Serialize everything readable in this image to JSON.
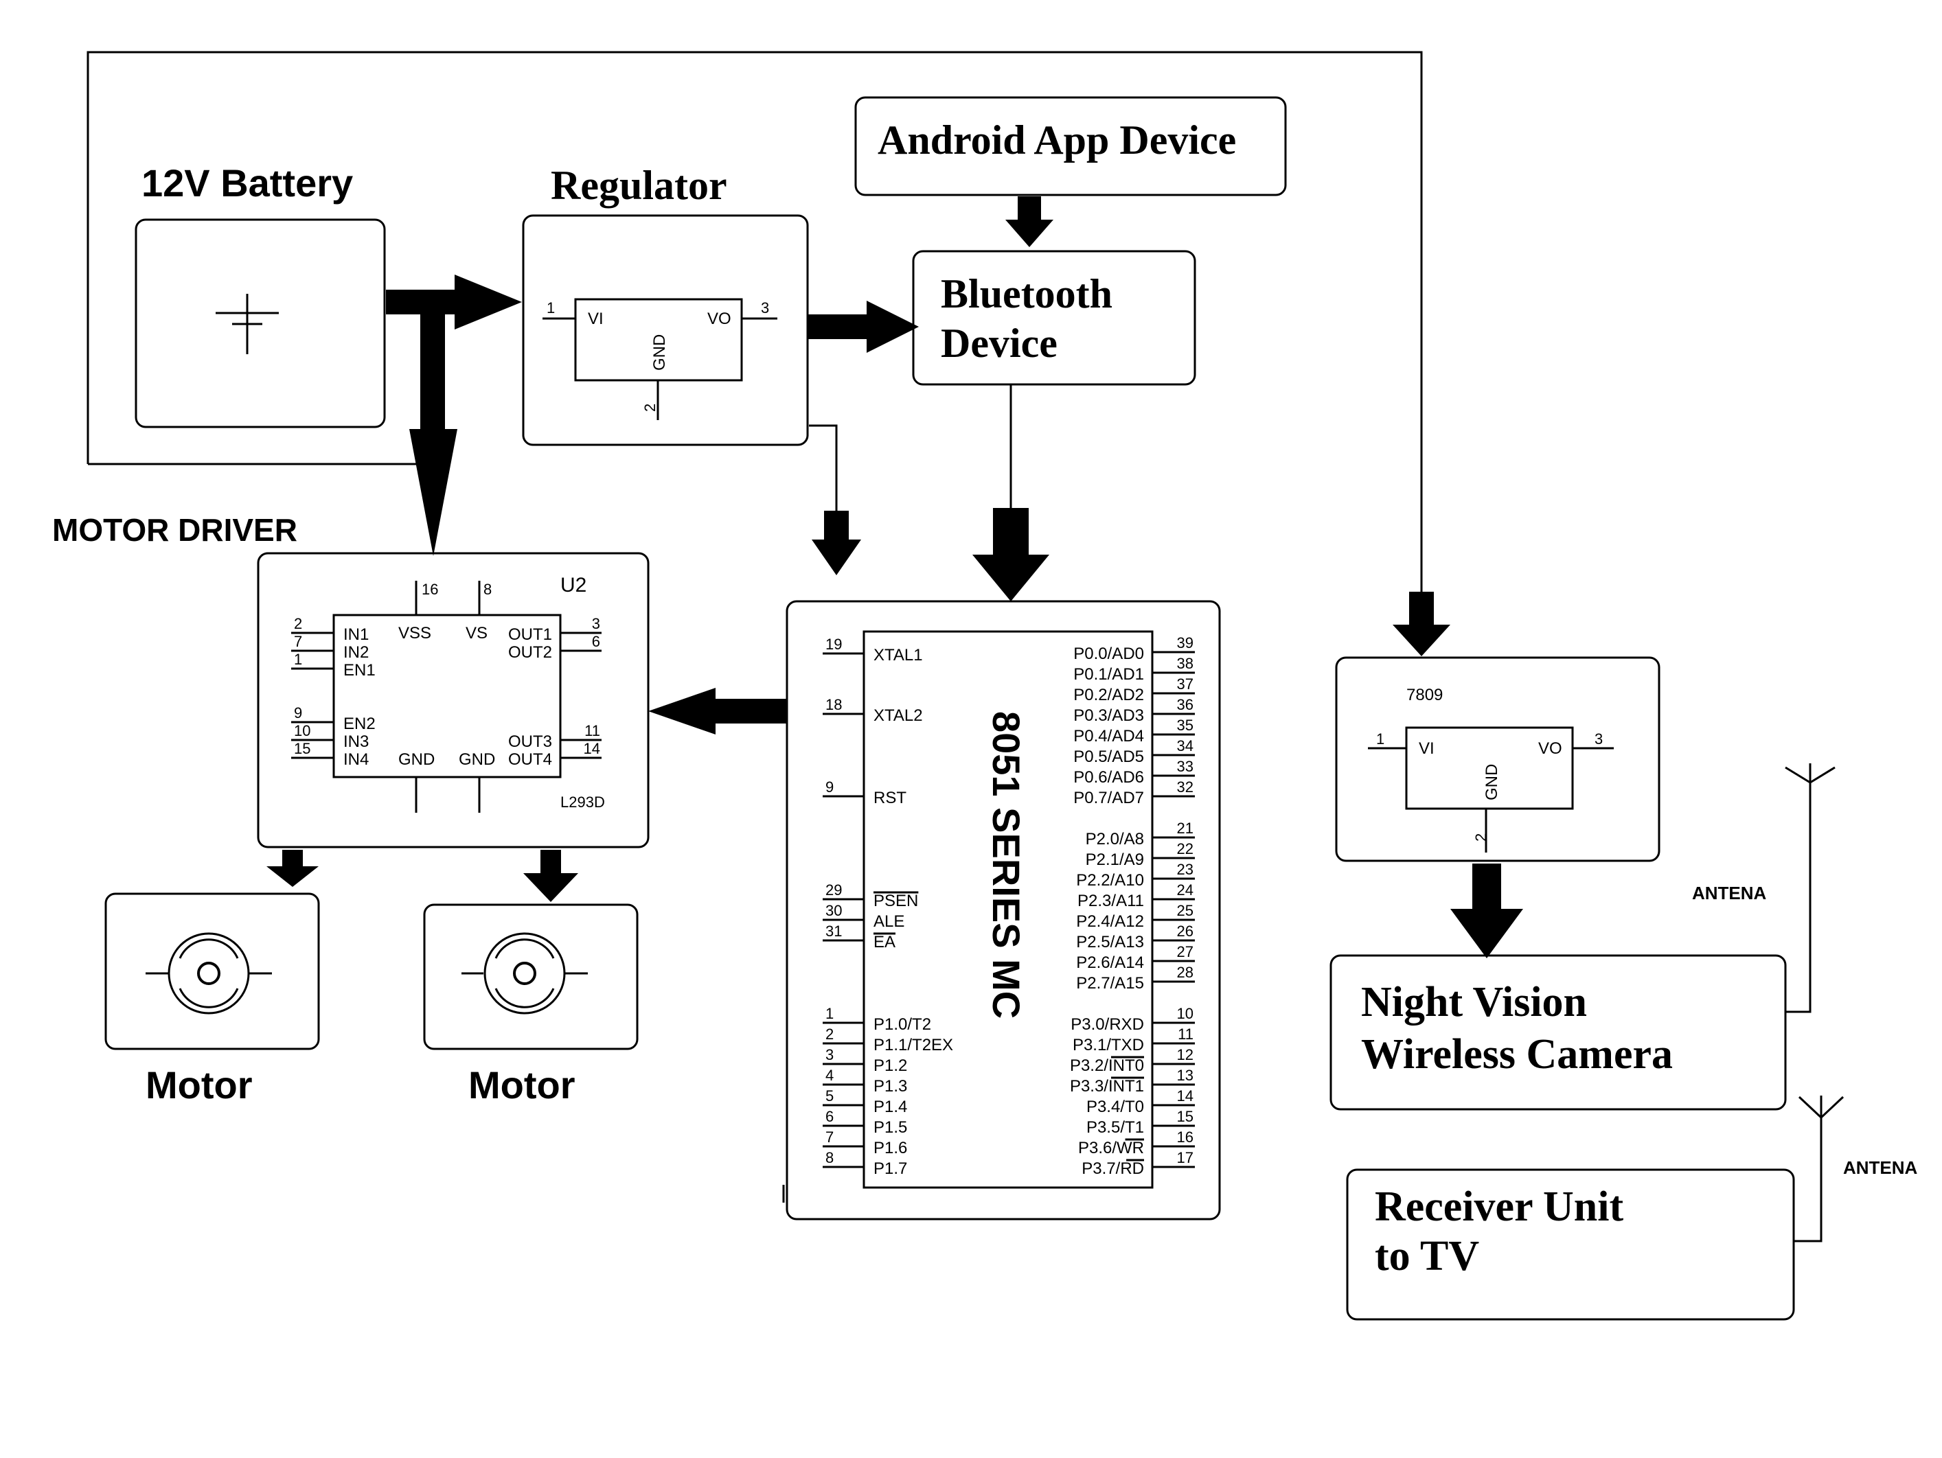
{
  "labels": {
    "battery": "12V Battery",
    "regulator": "Regulator",
    "android": "Android App Device",
    "bluetooth_line1": "Bluetooth",
    "bluetooth_line2": "Device",
    "motor_driver": "MOTOR DRIVER",
    "motor_left": "Motor",
    "motor_right": "Motor",
    "mcu_title": "8051 SERIES MC",
    "camera_line1": "Night Vision",
    "camera_line2": "Wireless Camera",
    "receiver_line1": "Receiver Unit",
    "receiver_line2": "to TV",
    "antenna_1": "ANTENA",
    "antenna_2": "ANTENA"
  },
  "regulator_chip": {
    "vi": "VI",
    "vo": "VO",
    "gnd": "GND",
    "pin_in": "1",
    "pin_out": "3",
    "pin_gnd": "2"
  },
  "regulator2_chip": {
    "name": "7809",
    "vi": "VI",
    "vo": "VO",
    "gnd": "GND",
    "pin_in": "1",
    "pin_out": "3",
    "pin_gnd": "2"
  },
  "driver_chip": {
    "ref": "U2",
    "part": "L293D",
    "top_pins": [
      "16",
      "8"
    ],
    "left": [
      {
        "num": "2",
        "label": "IN1"
      },
      {
        "num": "7",
        "label": "IN2"
      },
      {
        "num": "1",
        "label": "EN1"
      },
      {
        "num": "9",
        "label": "EN2"
      },
      {
        "num": "10",
        "label": "IN3"
      },
      {
        "num": "15",
        "label": "IN4"
      }
    ],
    "right": [
      {
        "num": "3",
        "label": "OUT1"
      },
      {
        "num": "6",
        "label": "OUT2"
      },
      {
        "num": "11",
        "label": "OUT3"
      },
      {
        "num": "14",
        "label": "OUT4"
      }
    ],
    "vss": "VSS",
    "vs": "VS",
    "gnd1": "GND",
    "gnd2": "GND"
  },
  "mcu_pins": {
    "left": [
      {
        "num": "19",
        "label": "XTAL1"
      },
      {
        "num": "18",
        "label": "XTAL2"
      },
      {
        "num": "9",
        "label": "RST"
      },
      {
        "num": "29",
        "label": "PSEN"
      },
      {
        "num": "30",
        "label": "ALE"
      },
      {
        "num": "31",
        "label": "EA"
      },
      {
        "num": "1",
        "label": "P1.0/T2"
      },
      {
        "num": "2",
        "label": "P1.1/T2EX"
      },
      {
        "num": "3",
        "label": "P1.2"
      },
      {
        "num": "4",
        "label": "P1.3"
      },
      {
        "num": "5",
        "label": "P1.4"
      },
      {
        "num": "6",
        "label": "P1.5"
      },
      {
        "num": "7",
        "label": "P1.6"
      },
      {
        "num": "8",
        "label": "P1.7"
      }
    ],
    "right": [
      {
        "num": "39",
        "label": "P0.0/AD0"
      },
      {
        "num": "38",
        "label": "P0.1/AD1"
      },
      {
        "num": "37",
        "label": "P0.2/AD2"
      },
      {
        "num": "36",
        "label": "P0.3/AD3"
      },
      {
        "num": "35",
        "label": "P0.4/AD4"
      },
      {
        "num": "34",
        "label": "P0.5/AD5"
      },
      {
        "num": "33",
        "label": "P0.6/AD6"
      },
      {
        "num": "32",
        "label": "P0.7/AD7"
      },
      {
        "num": "21",
        "label": "P2.0/A8"
      },
      {
        "num": "22",
        "label": "P2.1/A9"
      },
      {
        "num": "23",
        "label": "P2.2/A10"
      },
      {
        "num": "24",
        "label": "P2.3/A11"
      },
      {
        "num": "25",
        "label": "P2.4/A12"
      },
      {
        "num": "26",
        "label": "P2.5/A13"
      },
      {
        "num": "27",
        "label": "P2.6/A14"
      },
      {
        "num": "28",
        "label": "P2.7/A15"
      },
      {
        "num": "10",
        "label": "P3.0/RXD"
      },
      {
        "num": "11",
        "label": "P3.1/TXD"
      },
      {
        "num": "12",
        "label": "P3.2/INT0"
      },
      {
        "num": "13",
        "label": "P3.3/INT1"
      },
      {
        "num": "14",
        "label": "P3.4/T0"
      },
      {
        "num": "15",
        "label": "P3.5/T1"
      },
      {
        "num": "16",
        "label": "P3.6/WR"
      },
      {
        "num": "17",
        "label": "P3.7/RD"
      }
    ]
  }
}
